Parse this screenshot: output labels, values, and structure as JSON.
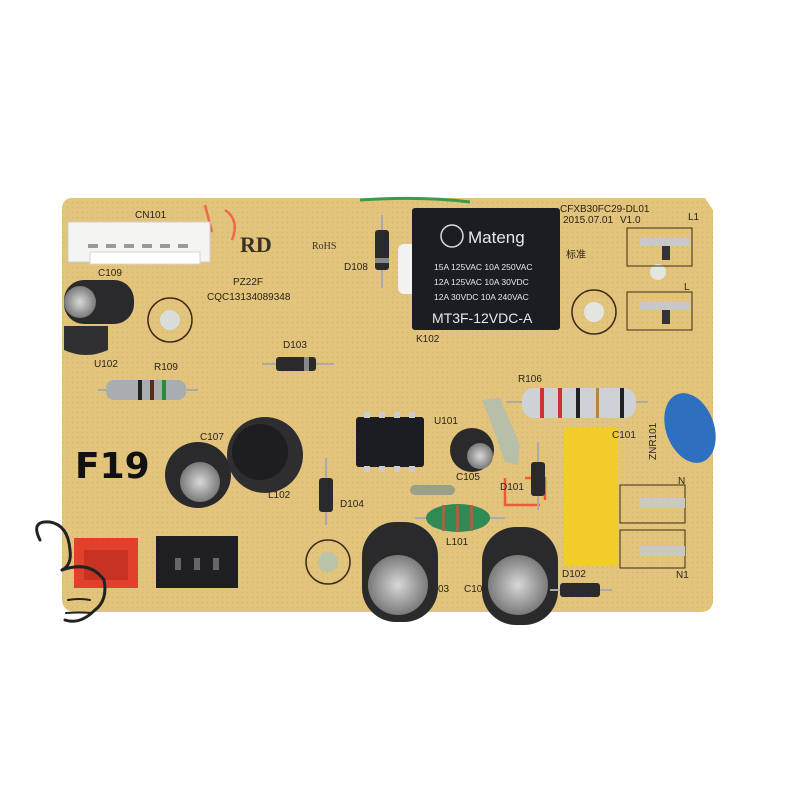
{
  "overlay_label": "F19",
  "board": {
    "connector": "CN101",
    "brand_mark": "RD",
    "rohs": "RoHS",
    "model": "PZ22F",
    "cert": "CQC13134089348",
    "board_code": "CFXB30FC29-DL01",
    "date": "2015.07.01",
    "version": "V1.0",
    "standard": "标准",
    "terminals": {
      "l1": "L1",
      "l": "L",
      "n": "N",
      "n1": "N1"
    },
    "labels": {
      "d108": "D108",
      "c109": "C109",
      "u102": "U102",
      "r109": "R109",
      "d103": "D103",
      "k102": "K102",
      "r106": "R106",
      "c107": "C107",
      "l102": "L102",
      "u101": "U101",
      "c105": "C105",
      "d104": "D104",
      "c101": "C101",
      "znr101": "ZNR101",
      "d101": "D101",
      "l101": "L101",
      "c103": "03",
      "c104": "C10",
      "d102": "D102"
    }
  },
  "relay": {
    "brand": "Mateng",
    "ratings": [
      "15A 125VAC 10A 250VAC",
      "12A 125VAC 10A 30VDC",
      "12A 30VDC  10A 240VAC"
    ],
    "part": "MT3F-12VDC-A"
  },
  "colors": {
    "pcb": "#e3c47c",
    "relay": "#1c1d22",
    "capacitor_x2": "#f2cc2a",
    "varistor": "#2f6fc0",
    "connector_red": "#e0402c"
  }
}
